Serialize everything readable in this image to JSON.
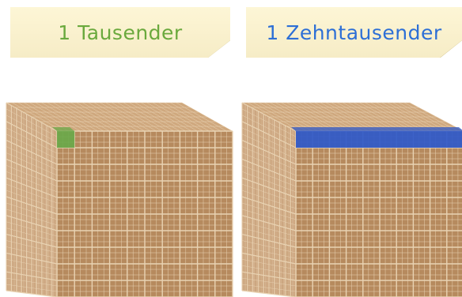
{
  "labels": [
    {
      "text": "1 Tausender",
      "color": "#6aa93d"
    },
    {
      "text": "1 Zehntausender",
      "color": "#2d6fd6"
    }
  ],
  "colors": {
    "cube_front": "#b68a5e",
    "cube_top": "#cfa87e",
    "cube_side": "#c9a17a",
    "grid_line": "#e9d3b3",
    "highlight_green": "#6aa84a",
    "highlight_blue": "#2f59c9"
  },
  "cubes": [
    {
      "highlight": "thousand-block",
      "highlight_color_key": "highlight_green"
    },
    {
      "highlight": "ten-thousand-bar",
      "highlight_color_key": "highlight_blue"
    }
  ]
}
